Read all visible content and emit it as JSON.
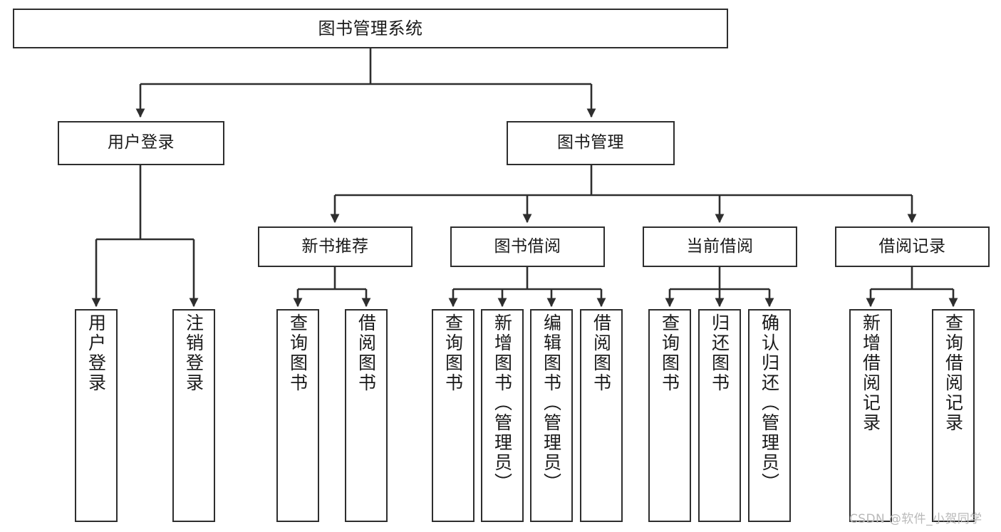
{
  "diagram": {
    "type": "org-chart",
    "title": "图书管理系统",
    "watermark": "CSDN @软件_小贺同学",
    "colors": {
      "box_border": "#2e2e2e",
      "box_fill": "#ffffff",
      "connector": "#2e2e2e",
      "text": "#1a1a1a",
      "watermark": "#b9b9b9",
      "background": "#ffffff"
    },
    "levels": {
      "root": {
        "label": "图书管理系统"
      },
      "level2": [
        {
          "label": "用户登录"
        },
        {
          "label": "图书管理"
        }
      ],
      "level3": [
        {
          "label": "新书推荐"
        },
        {
          "label": "图书借阅"
        },
        {
          "label": "当前借阅"
        },
        {
          "label": "借阅记录"
        }
      ],
      "leaves": [
        {
          "label": "用户登录",
          "parent": "用户登录"
        },
        {
          "label": "注销登录",
          "parent": "用户登录"
        },
        {
          "label": "查询图书",
          "parent": "新书推荐"
        },
        {
          "label": "借阅图书",
          "parent": "新书推荐"
        },
        {
          "label": "查询图书",
          "parent": "图书借阅"
        },
        {
          "label": "新增图书（管理员）",
          "parent": "图书借阅"
        },
        {
          "label": "编辑图书（管理员）",
          "parent": "图书借阅"
        },
        {
          "label": "借阅图书",
          "parent": "图书借阅"
        },
        {
          "label": "查询图书",
          "parent": "当前借阅"
        },
        {
          "label": "归还图书",
          "parent": "当前借阅"
        },
        {
          "label": "确认归还（管理员）",
          "parent": "当前借阅"
        },
        {
          "label": "新增借阅记录",
          "parent": "借阅记录"
        },
        {
          "label": "查询借阅记录",
          "parent": "借阅记录"
        }
      ]
    }
  }
}
